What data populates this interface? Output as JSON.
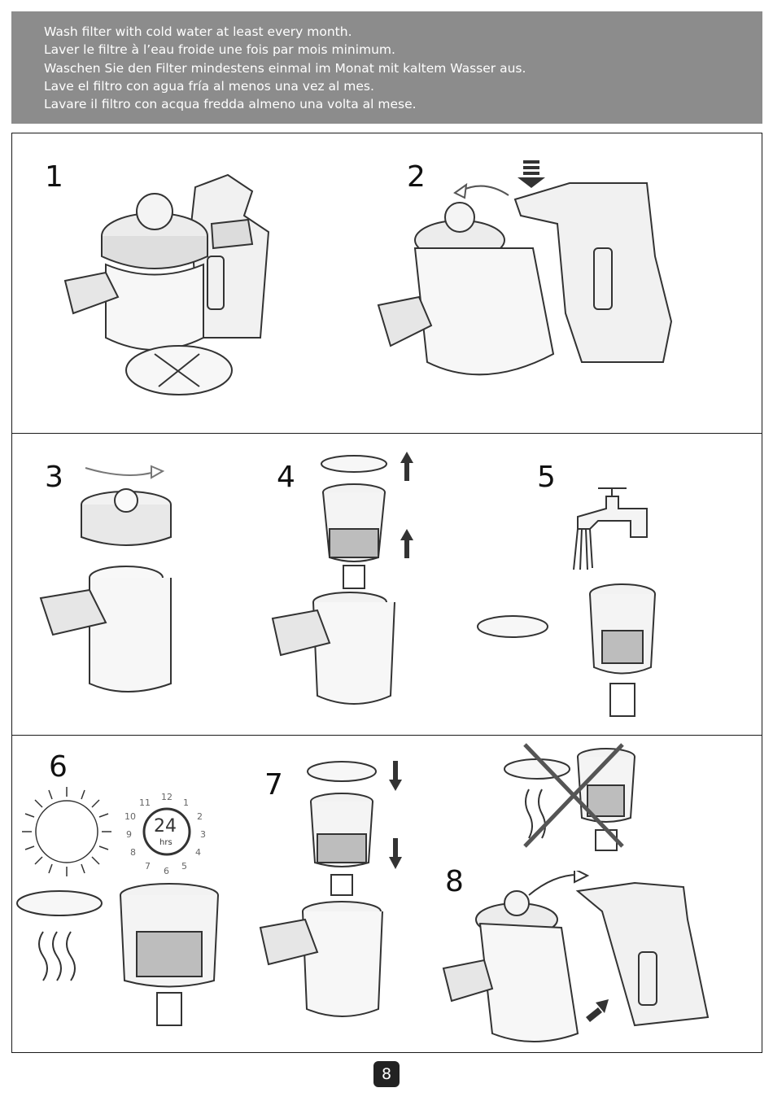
{
  "header": {
    "lines": [
      "Wash filter with cold water at least every month.",
      "Laver le filtre à l’eau froide une fois par mois minimum.",
      "Waschen Sie den Filter mindestens einmal im Monat mit kaltem Wasser aus.",
      "Lave el filtro con agua fría al menos una vez al mes.",
      "Lavare il filtro con acqua fredda almeno una volta al mese."
    ]
  },
  "steps": [
    "1",
    "2",
    "3",
    "4",
    "5",
    "6",
    "7",
    "8"
  ],
  "clock": {
    "hours": [
      "12",
      "1",
      "2",
      "3",
      "4",
      "5",
      "6",
      "7",
      "8",
      "9",
      "10",
      "11"
    ],
    "center_number": "24",
    "center_unit": "hrs"
  },
  "page_number": "8",
  "colors": {
    "header_bg": "#8c8c8c",
    "line": "#1a1a1a",
    "badge_bg": "#222222"
  }
}
